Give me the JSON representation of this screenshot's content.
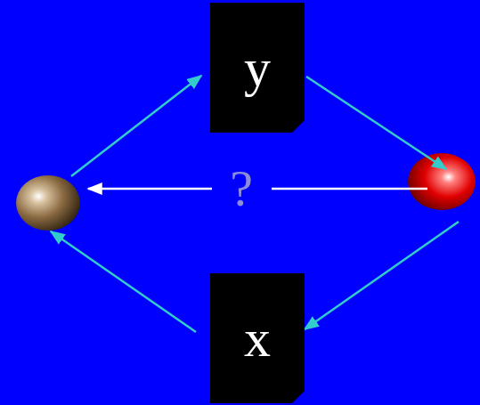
{
  "diagram": {
    "nodes": [
      {
        "text": [
          "y"
        ]
      },
      {
        "text": [
          "x"
        ]
      }
    ],
    "labels": [
      "?"
    ]
  }
}
